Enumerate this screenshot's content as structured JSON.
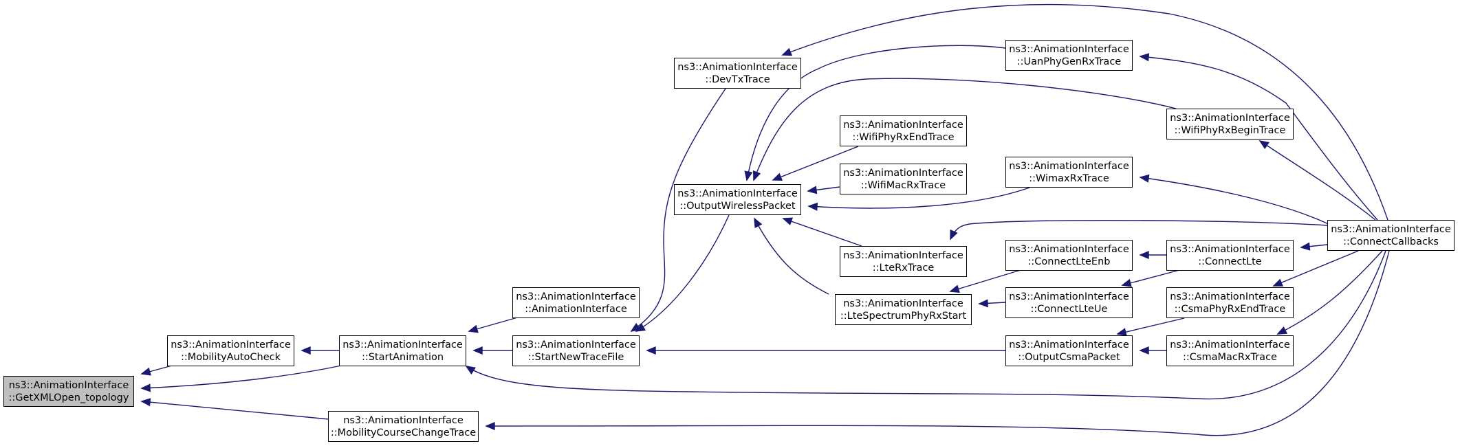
{
  "colors": {
    "edge": "#191970",
    "node_border": "#000000",
    "node_fill": "#ffffff",
    "focus_fill": "#bfbfbf"
  },
  "nodes": {
    "get_xml_open_topology": {
      "l1": "ns3::AnimationInterface",
      "l2": "::GetXMLOpen_topology"
    },
    "mobility_auto_check": {
      "l1": "ns3::AnimationInterface",
      "l2": "::MobilityAutoCheck"
    },
    "start_animation": {
      "l1": "ns3::AnimationInterface",
      "l2": "::StartAnimation"
    },
    "mobility_course_change_trace": {
      "l1": "ns3::AnimationInterface",
      "l2": "::MobilityCourseChangeTrace"
    },
    "animation_interface": {
      "l1": "ns3::AnimationInterface",
      "l2": "::AnimationInterface"
    },
    "start_new_trace_file": {
      "l1": "ns3::AnimationInterface",
      "l2": "::StartNewTraceFile"
    },
    "dev_tx_trace": {
      "l1": "ns3::AnimationInterface",
      "l2": "::DevTxTrace"
    },
    "output_wireless_packet": {
      "l1": "ns3::AnimationInterface",
      "l2": "::OutputWirelessPacket"
    },
    "wifi_phy_rx_end_trace": {
      "l1": "ns3::AnimationInterface",
      "l2": "::WifiPhyRxEndTrace"
    },
    "wifi_mac_rx_trace": {
      "l1": "ns3::AnimationInterface",
      "l2": "::WifiMacRxTrace"
    },
    "lte_rx_trace": {
      "l1": "ns3::AnimationInterface",
      "l2": "::LteRxTrace"
    },
    "lte_spectrum_phy_rx_start": {
      "l1": "ns3::AnimationInterface",
      "l2": "::LteSpectrumPhyRxStart"
    },
    "uan_phy_gen_rx_trace": {
      "l1": "ns3::AnimationInterface",
      "l2": "::UanPhyGenRxTrace"
    },
    "wimax_rx_trace": {
      "l1": "ns3::AnimationInterface",
      "l2": "::WimaxRxTrace"
    },
    "connect_lte_enb": {
      "l1": "ns3::AnimationInterface",
      "l2": "::ConnectLteEnb"
    },
    "connect_lte_ue": {
      "l1": "ns3::AnimationInterface",
      "l2": "::ConnectLteUe"
    },
    "output_csma_packet": {
      "l1": "ns3::AnimationInterface",
      "l2": "::OutputCsmaPacket"
    },
    "wifi_phy_rx_begin_trace": {
      "l1": "ns3::AnimationInterface",
      "l2": "::WifiPhyRxBeginTrace"
    },
    "connect_lte": {
      "l1": "ns3::AnimationInterface",
      "l2": "::ConnectLte"
    },
    "csma_phy_rx_end_trace": {
      "l1": "ns3::AnimationInterface",
      "l2": "::CsmaPhyRxEndTrace"
    },
    "csma_mac_rx_trace": {
      "l1": "ns3::AnimationInterface",
      "l2": "::CsmaMacRxTrace"
    },
    "connect_callbacks": {
      "l1": "ns3::AnimationInterface",
      "l2": "::ConnectCallbacks"
    }
  },
  "edges": [
    {
      "from": "mobility_auto_check",
      "to": "get_xml_open_topology"
    },
    {
      "from": "start_animation",
      "to": "get_xml_open_topology"
    },
    {
      "from": "mobility_course_change_trace",
      "to": "get_xml_open_topology"
    },
    {
      "from": "start_animation",
      "to": "mobility_auto_check"
    },
    {
      "from": "animation_interface",
      "to": "start_animation"
    },
    {
      "from": "start_new_trace_file",
      "to": "start_animation"
    },
    {
      "from": "connect_callbacks",
      "to": "start_animation"
    },
    {
      "from": "connect_callbacks",
      "to": "mobility_course_change_trace"
    },
    {
      "from": "dev_tx_trace",
      "to": "start_new_trace_file"
    },
    {
      "from": "output_wireless_packet",
      "to": "start_new_trace_file"
    },
    {
      "from": "output_csma_packet",
      "to": "start_new_trace_file"
    },
    {
      "from": "connect_callbacks",
      "to": "dev_tx_trace"
    },
    {
      "from": "uan_phy_gen_rx_trace",
      "to": "output_wireless_packet"
    },
    {
      "from": "wifi_phy_rx_begin_trace",
      "to": "output_wireless_packet"
    },
    {
      "from": "wifi_phy_rx_end_trace",
      "to": "output_wireless_packet"
    },
    {
      "from": "wifi_mac_rx_trace",
      "to": "output_wireless_packet"
    },
    {
      "from": "wimax_rx_trace",
      "to": "output_wireless_packet"
    },
    {
      "from": "lte_rx_trace",
      "to": "output_wireless_packet"
    },
    {
      "from": "lte_spectrum_phy_rx_start",
      "to": "output_wireless_packet"
    },
    {
      "from": "connect_callbacks",
      "to": "uan_phy_gen_rx_trace"
    },
    {
      "from": "connect_callbacks",
      "to": "wifi_phy_rx_begin_trace"
    },
    {
      "from": "connect_callbacks",
      "to": "wimax_rx_trace"
    },
    {
      "from": "connect_callbacks",
      "to": "lte_rx_trace"
    },
    {
      "from": "connect_lte_enb",
      "to": "lte_spectrum_phy_rx_start"
    },
    {
      "from": "connect_lte_ue",
      "to": "lte_spectrum_phy_rx_start"
    },
    {
      "from": "connect_lte",
      "to": "connect_lte_enb"
    },
    {
      "from": "connect_lte",
      "to": "connect_lte_ue"
    },
    {
      "from": "connect_callbacks",
      "to": "connect_lte"
    },
    {
      "from": "csma_phy_rx_end_trace",
      "to": "output_csma_packet"
    },
    {
      "from": "csma_mac_rx_trace",
      "to": "output_csma_packet"
    },
    {
      "from": "connect_callbacks",
      "to": "csma_phy_rx_end_trace"
    },
    {
      "from": "connect_callbacks",
      "to": "csma_mac_rx_trace"
    }
  ]
}
